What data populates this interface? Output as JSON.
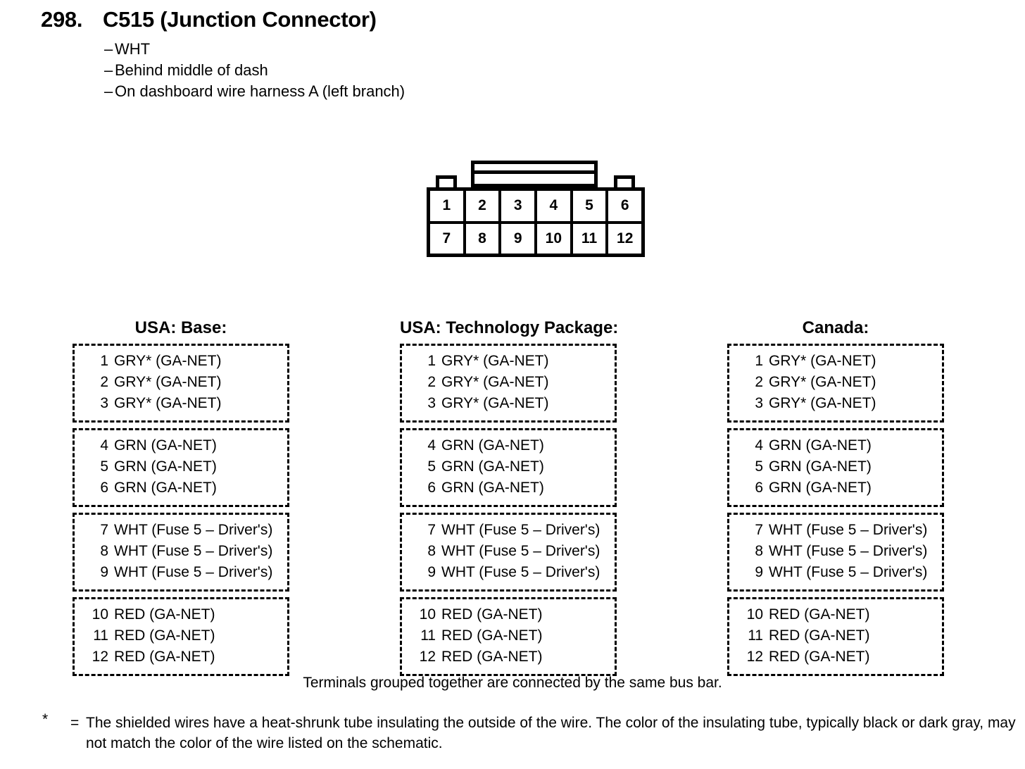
{
  "header": {
    "number": "298.",
    "title": "C515 (Junction Connector)",
    "bullets": [
      "WHT",
      "Behind middle of dash",
      "On dashboard wire harness A (left branch)"
    ],
    "dash": "–"
  },
  "connector": {
    "pin_rows": [
      [
        "1",
        "2",
        "3",
        "4",
        "5",
        "6"
      ],
      [
        "7",
        "8",
        "9",
        "10",
        "11",
        "12"
      ]
    ]
  },
  "variants": [
    {
      "heading": "USA: Base:",
      "groups": [
        {
          "lines": [
            {
              "num": "1",
              "desc": "GRY* (GA-NET)"
            },
            {
              "num": "2",
              "desc": "GRY* (GA-NET)"
            },
            {
              "num": "3",
              "desc": "GRY* (GA-NET)"
            }
          ]
        },
        {
          "lines": [
            {
              "num": "4",
              "desc": "GRN (GA-NET)"
            },
            {
              "num": "5",
              "desc": "GRN (GA-NET)"
            },
            {
              "num": "6",
              "desc": "GRN (GA-NET)"
            }
          ]
        },
        {
          "lines": [
            {
              "num": "7",
              "desc": "WHT (Fuse 5 – Driver's)"
            },
            {
              "num": "8",
              "desc": "WHT (Fuse 5 – Driver's)"
            },
            {
              "num": "9",
              "desc": "WHT (Fuse 5 – Driver's)"
            }
          ]
        },
        {
          "lines": [
            {
              "num": "10",
              "desc": "RED (GA-NET)"
            },
            {
              "num": "11",
              "desc": "RED (GA-NET)"
            },
            {
              "num": "12",
              "desc": "RED (GA-NET)"
            }
          ]
        }
      ]
    },
    {
      "heading": "USA: Technology Package:",
      "groups": [
        {
          "lines": [
            {
              "num": "1",
              "desc": "GRY* (GA-NET)"
            },
            {
              "num": "2",
              "desc": "GRY* (GA-NET)"
            },
            {
              "num": "3",
              "desc": "GRY* (GA-NET)"
            }
          ]
        },
        {
          "lines": [
            {
              "num": "4",
              "desc": "GRN (GA-NET)"
            },
            {
              "num": "5",
              "desc": "GRN (GA-NET)"
            },
            {
              "num": "6",
              "desc": "GRN (GA-NET)"
            }
          ]
        },
        {
          "lines": [
            {
              "num": "7",
              "desc": "WHT (Fuse 5 – Driver's)"
            },
            {
              "num": "8",
              "desc": "WHT (Fuse 5 – Driver's)"
            },
            {
              "num": "9",
              "desc": "WHT (Fuse 5 – Driver's)"
            }
          ]
        },
        {
          "lines": [
            {
              "num": "10",
              "desc": "RED (GA-NET)"
            },
            {
              "num": "11",
              "desc": "RED (GA-NET)"
            },
            {
              "num": "12",
              "desc": "RED (GA-NET)"
            }
          ]
        }
      ]
    },
    {
      "heading": "Canada:",
      "groups": [
        {
          "lines": [
            {
              "num": "1",
              "desc": "GRY* (GA-NET)"
            },
            {
              "num": "2",
              "desc": "GRY* (GA-NET)"
            },
            {
              "num": "3",
              "desc": "GRY* (GA-NET)"
            }
          ]
        },
        {
          "lines": [
            {
              "num": "4",
              "desc": "GRN (GA-NET)"
            },
            {
              "num": "5",
              "desc": "GRN (GA-NET)"
            },
            {
              "num": "6",
              "desc": "GRN (GA-NET)"
            }
          ]
        },
        {
          "lines": [
            {
              "num": "7",
              "desc": "WHT (Fuse 5 – Driver's)"
            },
            {
              "num": "8",
              "desc": "WHT (Fuse 5 – Driver's)"
            },
            {
              "num": "9",
              "desc": "WHT (Fuse 5 – Driver's)"
            }
          ]
        },
        {
          "lines": [
            {
              "num": "10",
              "desc": "RED (GA-NET)"
            },
            {
              "num": "11",
              "desc": "RED (GA-NET)"
            },
            {
              "num": "12",
              "desc": "RED (GA-NET)"
            }
          ]
        }
      ]
    }
  ],
  "captions": {
    "bus_bar": "Terminals grouped together are connected by the same bus bar."
  },
  "footnote": {
    "marker": "*",
    "equals": "=",
    "text": "The shielded wires have a heat-shrunk tube insulating the outside of the wire.  The color of the insulating tube, typically black or dark gray, may not match the color of the wire listed on the schematic."
  }
}
